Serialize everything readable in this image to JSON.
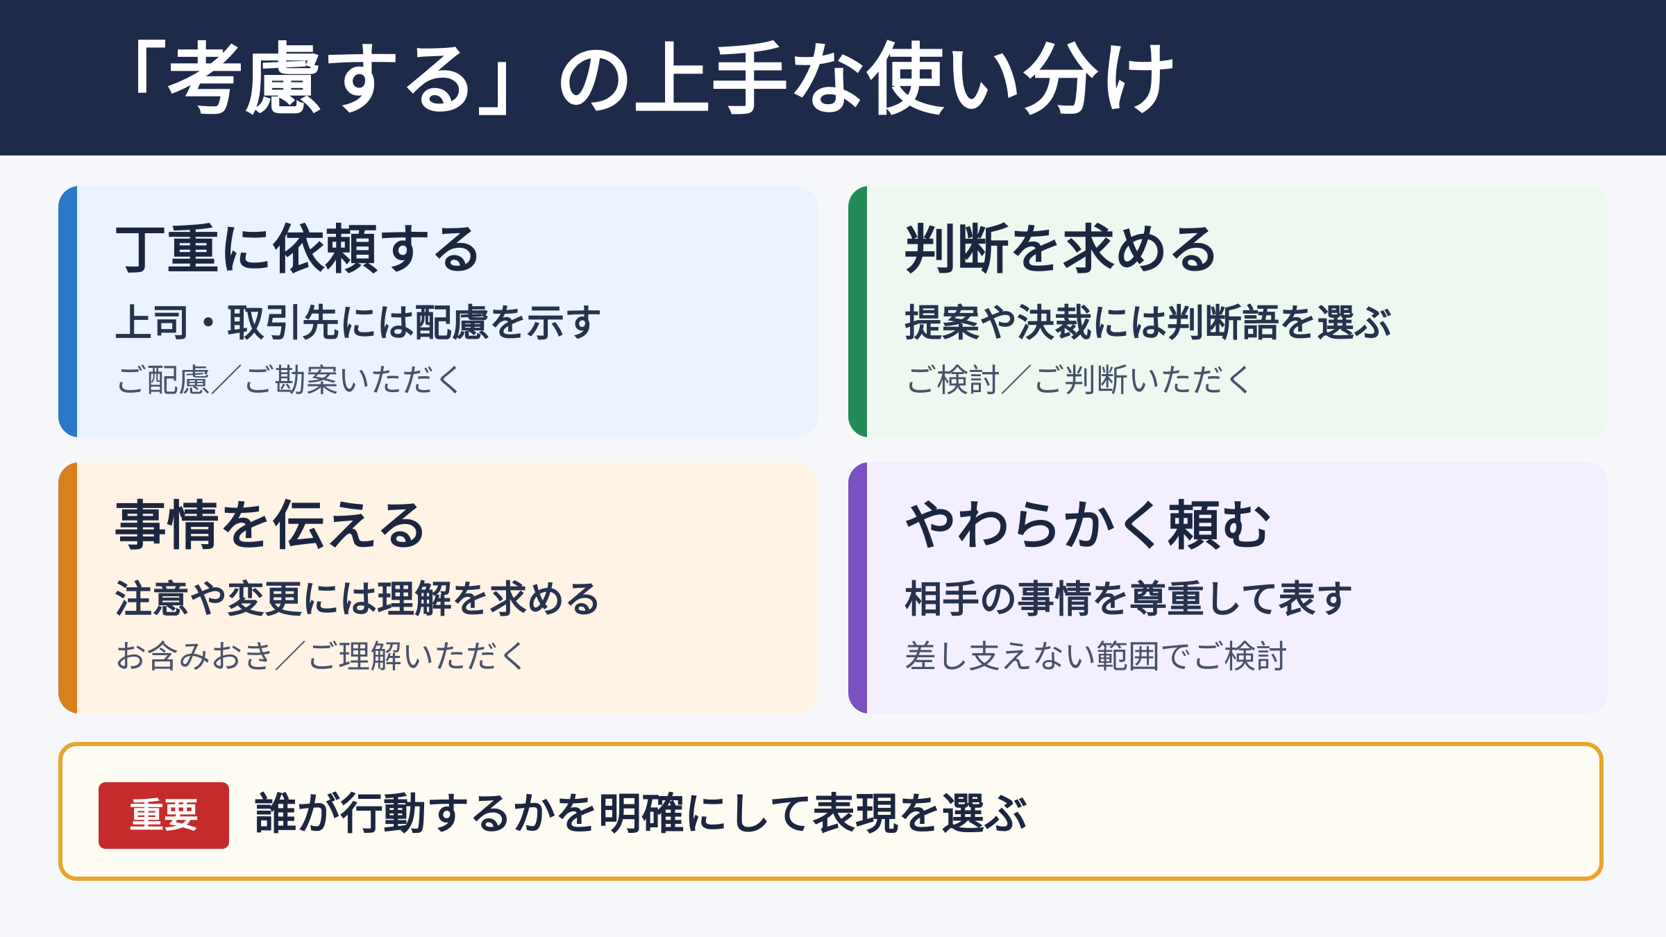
{
  "header": {
    "title": "「考慮する」の上手な使い分け"
  },
  "colors": {
    "header_bg": "#1e2a4a",
    "blue_accent": "#2b78c8",
    "green_accent": "#248a57",
    "orange_accent": "#d97f1f",
    "purple_accent": "#7a4fc0",
    "important_badge": "#c62b2b",
    "note_border": "#e8a52b"
  },
  "cards": [
    {
      "title": "丁重に依頼する",
      "subtitle": "上司・取引先には配慮を示す",
      "example": "ご配慮／ご勘案いただく"
    },
    {
      "title": "判断を求める",
      "subtitle": "提案や決裁には判断語を選ぶ",
      "example": "ご検討／ご判断いただく"
    },
    {
      "title": "事情を伝える",
      "subtitle": "注意や変更には理解を求める",
      "example": "お含みおき／ご理解いただく"
    },
    {
      "title": "やわらかく頼む",
      "subtitle": "相手の事情を尊重して表す",
      "example": "差し支えない範囲でご検討"
    }
  ],
  "note": {
    "badge": "重要",
    "text": "誰が行動するかを明確にして表現を選ぶ"
  }
}
